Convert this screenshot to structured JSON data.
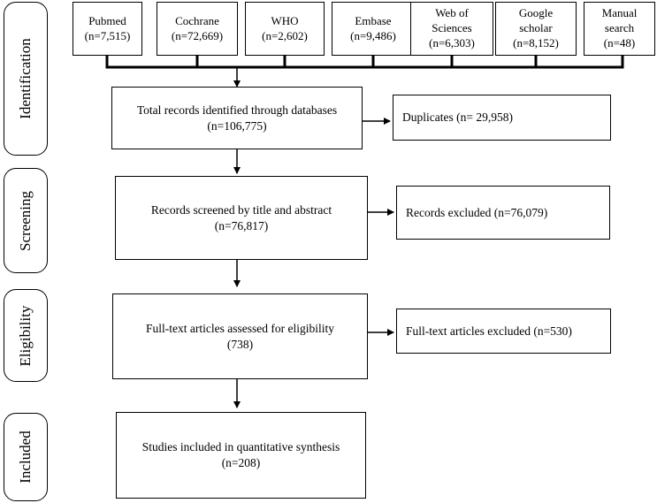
{
  "stages": [
    {
      "label": "Identification"
    },
    {
      "label": "Screening"
    },
    {
      "label": "Eligibility"
    },
    {
      "label": "Included"
    }
  ],
  "databases": [
    {
      "name": "Pubmed",
      "count": "(n=7,515)"
    },
    {
      "name": "Cochrane",
      "count": "(n=72,669)"
    },
    {
      "name": "WHO",
      "count": "(n=2,602)"
    },
    {
      "name": "Embase",
      "count": "(n=9,486)"
    },
    {
      "name": "Web of Sciences",
      "count": "(n=6,303)"
    },
    {
      "name": "Google scholar",
      "count": "(n=8,152)"
    },
    {
      "name": "Manual search",
      "count": "(n=48)"
    }
  ],
  "flow": {
    "identified": {
      "text": "Total records identified through databases",
      "count": "(n=106,775)"
    },
    "duplicates": {
      "text": "Duplicates (n= 29,958)"
    },
    "screened": {
      "text": "Records screened by title and abstract",
      "count": "(n=76,817)"
    },
    "excluded": {
      "text": "Records excluded (n=76,079)"
    },
    "assessed": {
      "text": "Full-text articles assessed for eligibility",
      "count": "(738)"
    },
    "fulltext_excluded": {
      "text": "Full-text articles excluded (n=530)"
    },
    "included": {
      "text": "Studies included in quantitative synthesis",
      "count": "(n=208)"
    }
  }
}
